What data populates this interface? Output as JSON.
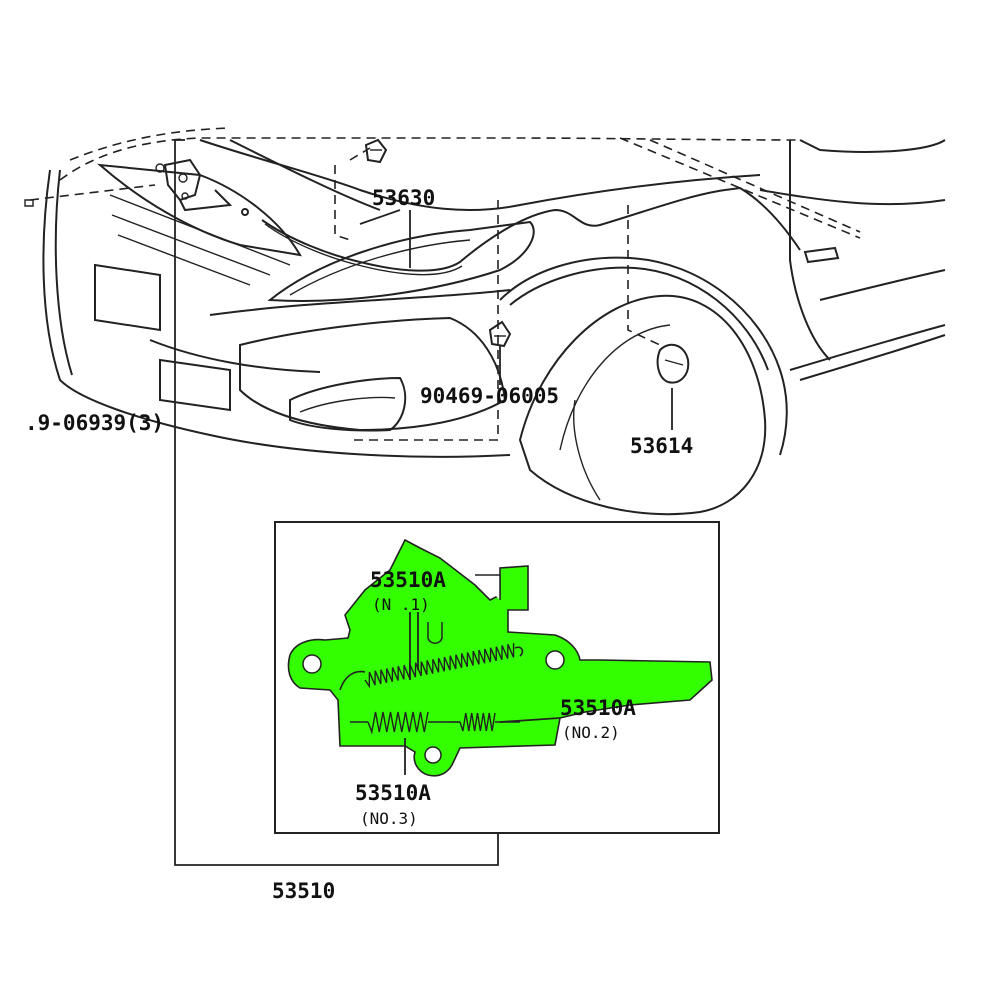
{
  "colors": {
    "highlight": "#33ff00",
    "line": "#222222",
    "background": "#ffffff"
  },
  "labels": {
    "cable": "53630",
    "clip": "90469-06005",
    "bolt": ".9-06939(3)",
    "release_lever": "53614",
    "spring_no1": "53510A",
    "spring_no1_sub": "(N  .1)",
    "spring_no2": "53510A",
    "spring_no2_sub": "(NO.2)",
    "spring_no3": "53510A",
    "spring_no3_sub": "(NO.3)",
    "assembly": "53510"
  },
  "icons": [
    "hood-lock-icon",
    "clip-icon",
    "release-lever-icon",
    "cable-end-icon",
    "bolt-icon"
  ]
}
